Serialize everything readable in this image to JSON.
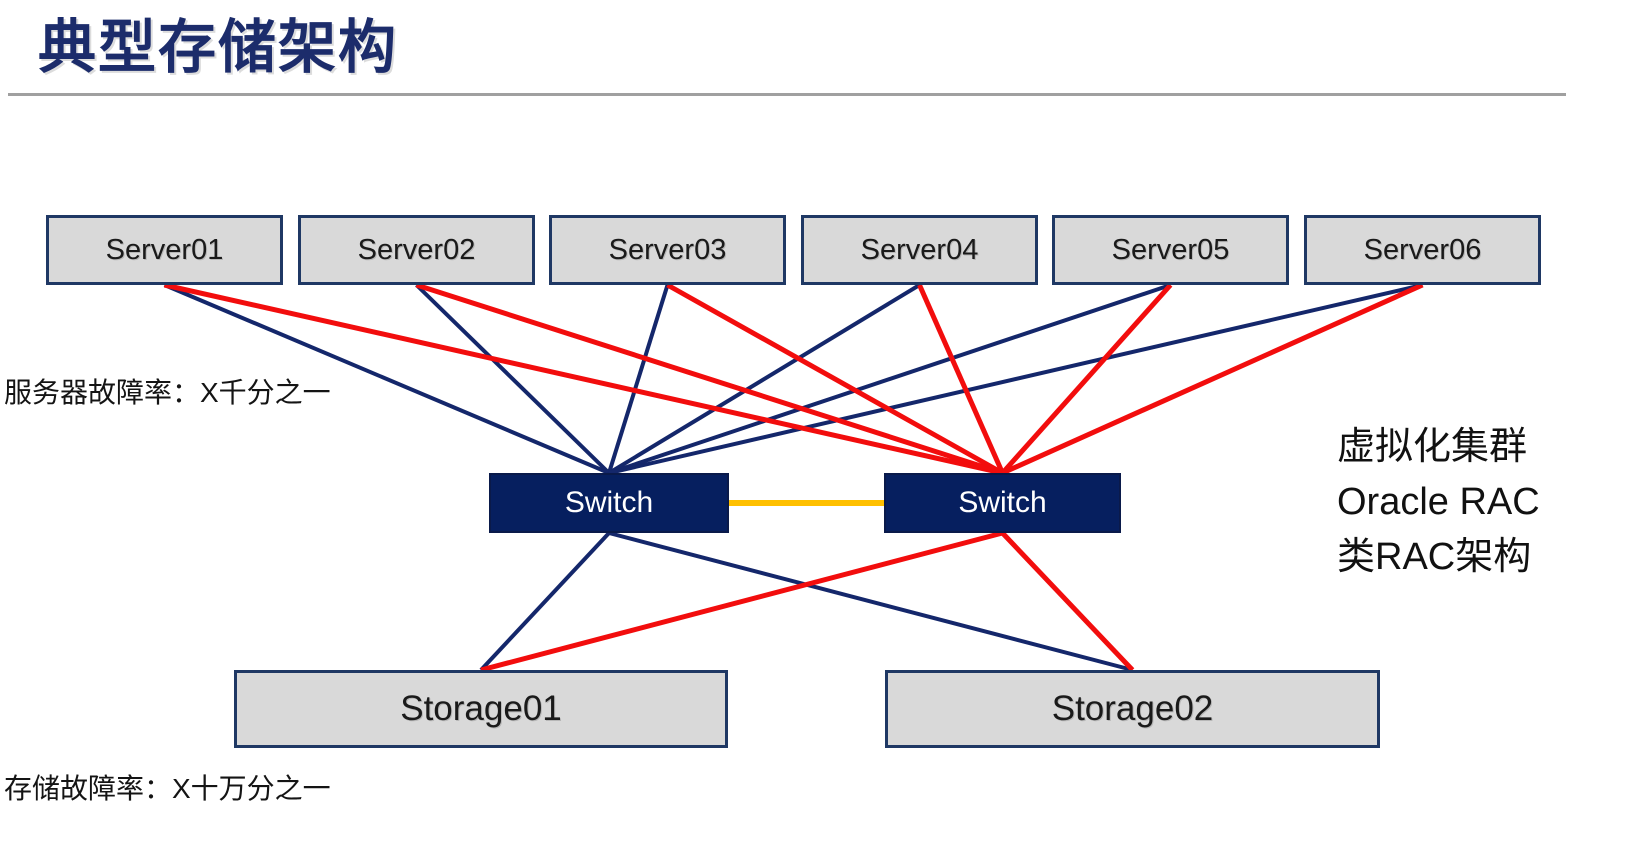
{
  "slide": {
    "title": "典型存储架构",
    "annotations": {
      "server_failure_rate": "服务器故障率：X千分之一",
      "storage_failure_rate": "存储故障率：X十万分之一",
      "cluster_note_lines": [
        "虚拟化集群",
        "Oracle RAC",
        "类RAC架构"
      ]
    }
  },
  "nodes": {
    "servers": [
      {
        "id": "server01",
        "label": "Server01"
      },
      {
        "id": "server02",
        "label": "Server02"
      },
      {
        "id": "server03",
        "label": "Server03"
      },
      {
        "id": "server04",
        "label": "Server04"
      },
      {
        "id": "server05",
        "label": "Server05"
      },
      {
        "id": "server06",
        "label": "Server06"
      }
    ],
    "switches": [
      {
        "id": "switch-left",
        "label": "Switch"
      },
      {
        "id": "switch-right",
        "label": "Switch"
      }
    ],
    "storages": [
      {
        "id": "storage01",
        "label": "Storage01"
      },
      {
        "id": "storage02",
        "label": "Storage02"
      }
    ]
  },
  "connections": [
    {
      "from": "server01",
      "fromAnchor": "bottom",
      "to": "switch-left",
      "toAnchor": "top",
      "color": "navy",
      "width": 4
    },
    {
      "from": "server02",
      "fromAnchor": "bottom",
      "to": "switch-left",
      "toAnchor": "top",
      "color": "navy",
      "width": 4
    },
    {
      "from": "server03",
      "fromAnchor": "bottom",
      "to": "switch-left",
      "toAnchor": "top",
      "color": "navy",
      "width": 4
    },
    {
      "from": "server04",
      "fromAnchor": "bottom",
      "to": "switch-left",
      "toAnchor": "top",
      "color": "navy",
      "width": 4
    },
    {
      "from": "server05",
      "fromAnchor": "bottom",
      "to": "switch-left",
      "toAnchor": "top",
      "color": "navy",
      "width": 4
    },
    {
      "from": "server06",
      "fromAnchor": "bottom",
      "to": "switch-left",
      "toAnchor": "top",
      "color": "navy",
      "width": 4
    },
    {
      "from": "switch-left",
      "fromAnchor": "bottom",
      "to": "storage01",
      "toAnchor": "top",
      "color": "navy",
      "width": 4
    },
    {
      "from": "switch-left",
      "fromAnchor": "bottom",
      "to": "storage02",
      "toAnchor": "top",
      "color": "navy",
      "width": 4
    },
    {
      "from": "server01",
      "fromAnchor": "bottom",
      "to": "switch-right",
      "toAnchor": "top",
      "color": "red",
      "width": 5
    },
    {
      "from": "server02",
      "fromAnchor": "bottom",
      "to": "switch-right",
      "toAnchor": "top",
      "color": "red",
      "width": 5
    },
    {
      "from": "server03",
      "fromAnchor": "bottom",
      "to": "switch-right",
      "toAnchor": "top",
      "color": "red",
      "width": 5
    },
    {
      "from": "server04",
      "fromAnchor": "bottom",
      "to": "switch-right",
      "toAnchor": "top",
      "color": "red",
      "width": 5
    },
    {
      "from": "server05",
      "fromAnchor": "bottom",
      "to": "switch-right",
      "toAnchor": "top",
      "color": "red",
      "width": 5
    },
    {
      "from": "server06",
      "fromAnchor": "bottom",
      "to": "switch-right",
      "toAnchor": "top",
      "color": "red",
      "width": 5
    },
    {
      "from": "switch-right",
      "fromAnchor": "bottom",
      "to": "storage01",
      "toAnchor": "top",
      "color": "red",
      "width": 5
    },
    {
      "from": "switch-right",
      "fromAnchor": "bottom",
      "to": "storage02",
      "toAnchor": "top",
      "color": "red",
      "width": 5
    },
    {
      "from": "switch-left",
      "fromAnchor": "right",
      "to": "switch-right",
      "toAnchor": "left",
      "color": "gold",
      "width": 6
    }
  ],
  "colors": {
    "navy": "#14276B",
    "red": "#F20D0D",
    "gold": "#FFC000",
    "navy-title": "#1C2C6B",
    "navy-fill": "#061F5F",
    "box-fill": "#D9D9D9",
    "box-border": "#1F3864"
  }
}
